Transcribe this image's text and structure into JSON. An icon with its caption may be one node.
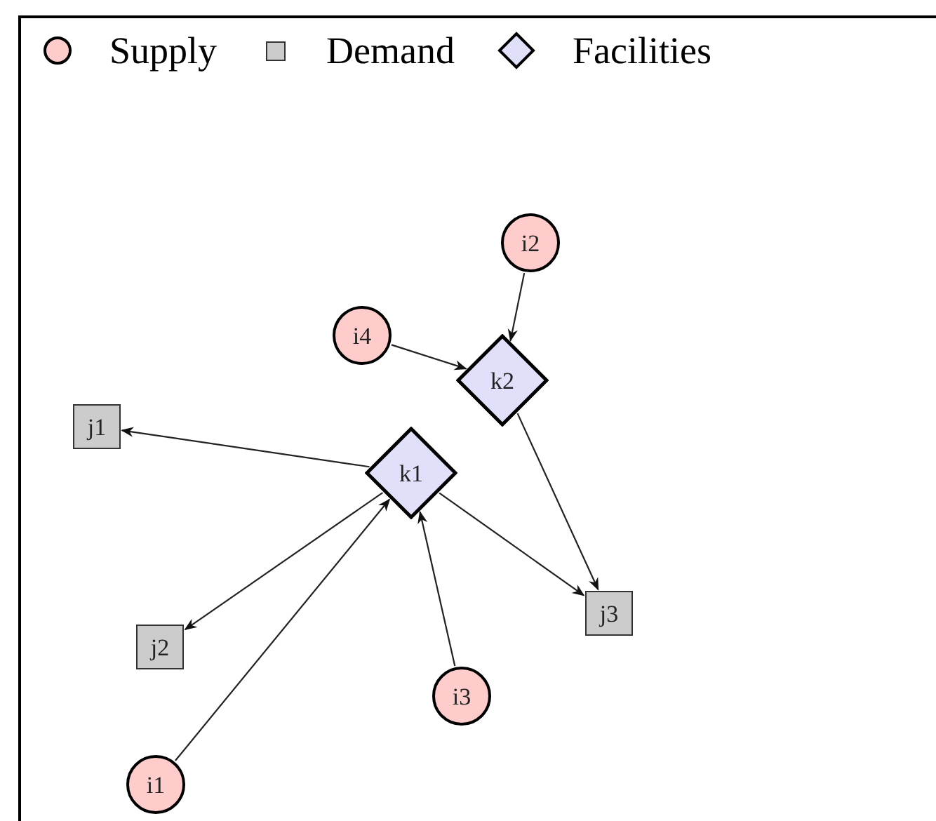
{
  "diagram": {
    "nodes": [
      {
        "text": [
          "i2"
        ]
      },
      {
        "text": [
          "i4"
        ]
      },
      {
        "text": [
          "k2"
        ]
      },
      {
        "text": [
          "j1"
        ]
      },
      {
        "text": [
          "k1"
        ]
      },
      {
        "text": [
          "j2"
        ]
      },
      {
        "text": [
          "j3"
        ]
      },
      {
        "text": [
          "i3"
        ]
      },
      {
        "text": [
          "i1"
        ]
      }
    ],
    "edges": [
      {
        "from": 0,
        "to": 2,
        "arrow": "to"
      },
      {
        "from": 1,
        "to": 2,
        "arrow": "to"
      },
      {
        "from": 2,
        "to": 6,
        "arrow": "to"
      },
      {
        "from": 4,
        "to": 3,
        "arrow": "to"
      },
      {
        "from": 4,
        "to": 5,
        "arrow": "to"
      },
      {
        "from": 4,
        "to": 6,
        "arrow": "to"
      },
      {
        "from": 8,
        "to": 4,
        "arrow": "to"
      },
      {
        "from": 7,
        "to": 4,
        "arrow": "to"
      }
    ],
    "legend": [
      {
        "text": "Supply",
        "color": "#ffcccc"
      },
      {
        "text": "Demand",
        "color": "#cccccc"
      },
      {
        "text": "Facilities",
        "color": "#e0e0fa"
      }
    ]
  }
}
